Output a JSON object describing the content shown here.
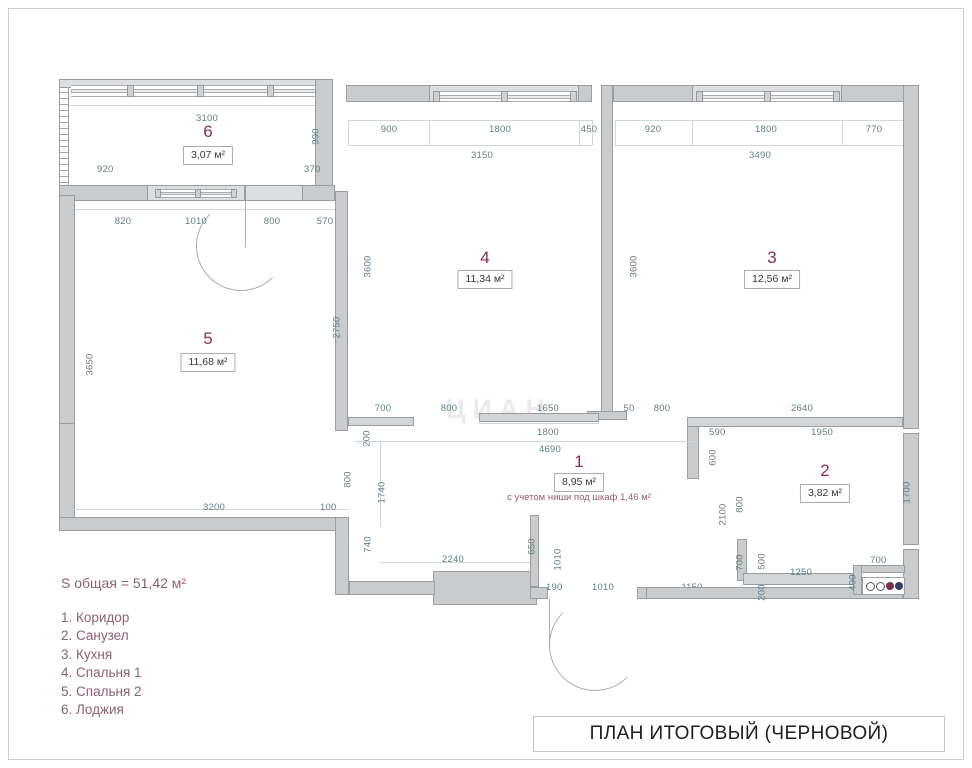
{
  "title_block": {
    "text": "ПЛАН ИТОГОВЫЙ (ЧЕРНОВОЙ)"
  },
  "legend": {
    "total": "S общая = 51,42 м²",
    "items": [
      "1. Коридор",
      "2. Санузел",
      "3. Кухня",
      "4. Спальня 1",
      "5. Спальня 2",
      "6. Лоджия"
    ]
  },
  "rooms": [
    {
      "num": "1",
      "area": "8,95 м²",
      "note": "с учетом ниши под шкаф 1,46 м²",
      "name": "Коридор"
    },
    {
      "num": "2",
      "area": "3,82 м²",
      "note": "",
      "name": "Санузел"
    },
    {
      "num": "3",
      "area": "12,56 м²",
      "note": "",
      "name": "Кухня"
    },
    {
      "num": "4",
      "area": "11,34 м²",
      "note": "",
      "name": "Спальня 1"
    },
    {
      "num": "5",
      "area": "11,68 м²",
      "note": "",
      "name": "Спальня 2"
    },
    {
      "num": "6",
      "area": "3,07 м²",
      "note": "",
      "name": "Лоджия"
    }
  ],
  "dimensions": {
    "top_loggia": "3100",
    "loggia_left": "920",
    "loggia_right": "370",
    "loggia_height": "990",
    "row_under_loggia": [
      "820",
      "1010",
      "800",
      "570"
    ],
    "top_room4": [
      "900",
      "1800",
      "450"
    ],
    "top_room4_total": "3150",
    "top_room3": [
      "920",
      "1800",
      "770"
    ],
    "top_room3_total": "3490",
    "left_room5": "3650",
    "mid_v_3600_left": "3600",
    "mid_v_3600_right": "3600",
    "v_2750": "2750",
    "v_200": "200",
    "v_800_left": "800",
    "v_100": "100",
    "v_740": "740",
    "v_1740": "1740",
    "mid_row": [
      "700",
      "800",
      "1650",
      "50",
      "800",
      "2640"
    ],
    "mid_1800": "1800",
    "mid_4690": "4690",
    "bath_590": "590",
    "bath_600": "600",
    "bath_1950": "1950",
    "bath_1700": "1700",
    "bath_800": "800",
    "bath_700_left": "700",
    "bath_500": "500",
    "bath_200": "200",
    "bath_1250": "1250",
    "bath_400": "400",
    "bath_700_right": "700",
    "bath_2100": "2100",
    "bottom_3200": "3200",
    "bottom_2240": "2240",
    "bottom_650": "650",
    "bottom_1010_v": "1010",
    "bottom_190": "190",
    "bottom_1010": "1010",
    "bottom_1150": "1150"
  },
  "colors": {
    "wall": "#c9cbcc",
    "wall_light": "#dcdedf",
    "dim_text": "#5d7d8c",
    "room_number": "#8d2f48",
    "legend_text": "#8d5f74",
    "title_text": "#1d1d1d"
  },
  "watermark": {
    "text": "ЦИАН"
  }
}
